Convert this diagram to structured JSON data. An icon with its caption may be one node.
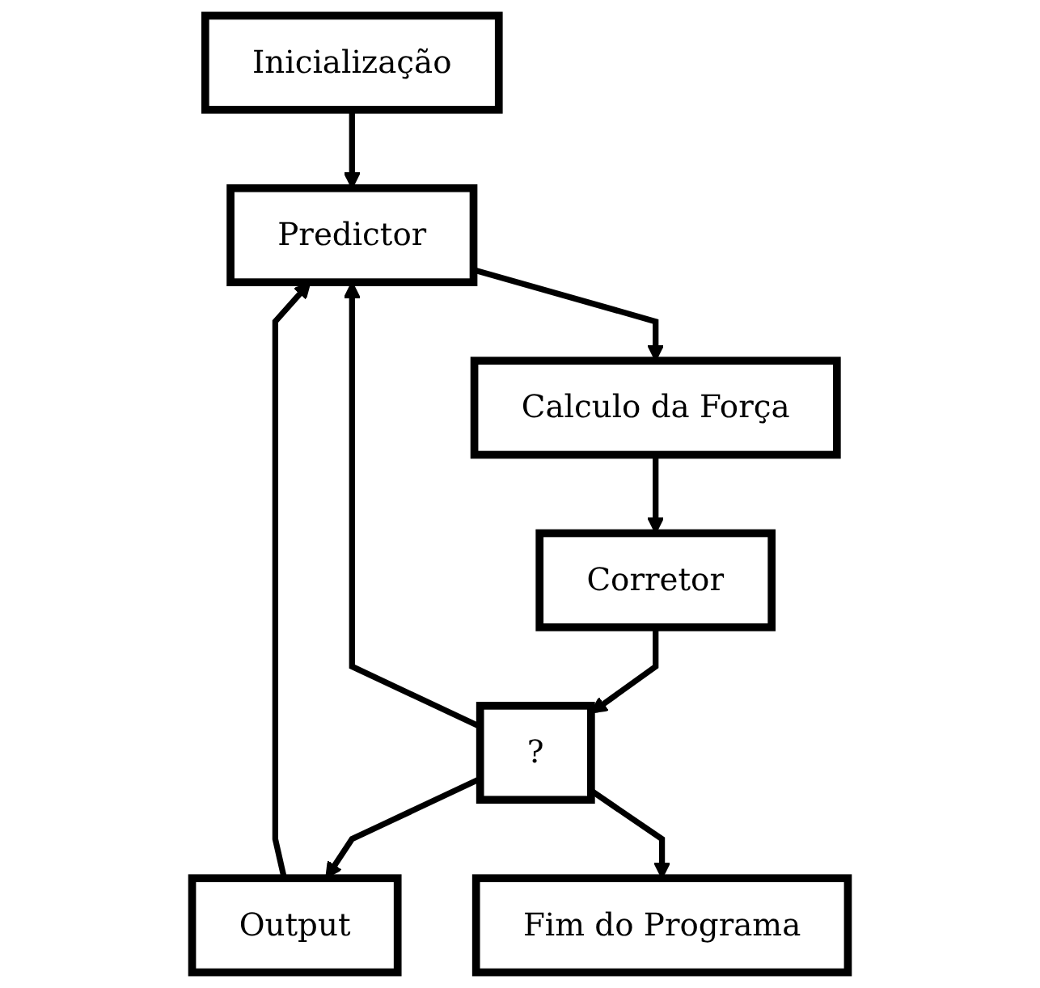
{
  "diagram": {
    "nodes": [
      {
        "text": [
          "Inicialização"
        ]
      },
      {
        "text": [
          "Predictor"
        ]
      },
      {
        "text": [
          "Calculo da Força"
        ]
      },
      {
        "text": [
          "Corretor"
        ]
      },
      {
        "text": [
          "Output"
        ]
      },
      {
        "text": [
          "?"
        ]
      },
      {
        "text": [
          "Fim do Programa"
        ]
      }
    ],
    "edges": [
      {
        "from": 0,
        "to": 1,
        "arrow": "to"
      },
      {
        "from": 1,
        "to": 2,
        "arrow": "to"
      },
      {
        "from": 2,
        "to": 3,
        "arrow": "to"
      },
      {
        "from": 3,
        "to": 5,
        "arrow": "to"
      },
      {
        "from": 5,
        "to": 1,
        "arrow": "to"
      },
      {
        "from": 5,
        "to": 4,
        "arrow": "to"
      },
      {
        "from": 4,
        "to": 1,
        "arrow": "to"
      },
      {
        "from": 5,
        "to": 6,
        "arrow": "to"
      }
    ]
  }
}
